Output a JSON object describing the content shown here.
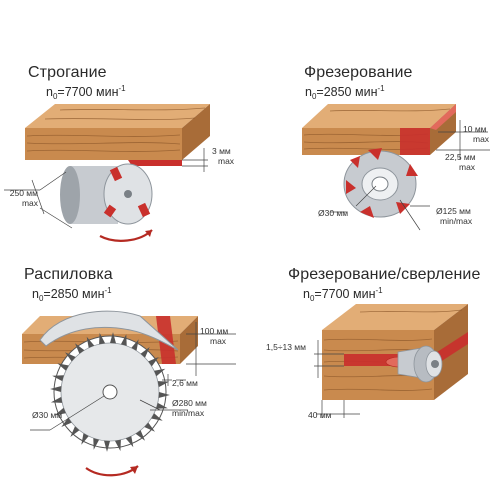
{
  "panels": [
    {
      "id": "planing",
      "title": "Строгание",
      "speed": {
        "prefix": "n",
        "sub": "0",
        "value": "=7700 мин",
        "sup": "-1"
      },
      "dims": [
        {
          "value": "3 мм",
          "note": "max"
        },
        {
          "value": "250 мм",
          "note": "max"
        }
      ]
    },
    {
      "id": "milling",
      "title": "Фрезерование",
      "speed": {
        "prefix": "n",
        "sub": "0",
        "value": "=2850 мин",
        "sup": "-1"
      },
      "dims": [
        {
          "value": "10 мм",
          "note": "max"
        },
        {
          "value": "22,5 мм",
          "note": "max"
        },
        {
          "value": "Ø30 мм",
          "note": ""
        },
        {
          "value": "Ø125 мм",
          "note": "min/max"
        }
      ]
    },
    {
      "id": "sawing",
      "title": "Распиловка",
      "speed": {
        "prefix": "n",
        "sub": "0",
        "value": "=2850 мин",
        "sup": "-1"
      },
      "dims": [
        {
          "value": "100 мм",
          "note": "max"
        },
        {
          "value": "2,6 мм",
          "note": ""
        },
        {
          "value": "Ø280 мм",
          "note": "min/max"
        },
        {
          "value": "Ø30 мм",
          "note": ""
        }
      ]
    },
    {
      "id": "milling-drilling",
      "title": "Фрезерование/сверление",
      "speed": {
        "prefix": "n",
        "sub": "0",
        "value": "=7700 мин",
        "sup": "-1"
      },
      "dims": [
        {
          "value": "1,5÷13 мм",
          "note": ""
        },
        {
          "value": "40 мм",
          "note": ""
        }
      ]
    }
  ],
  "colors": {
    "wood_front": "#c98a4e",
    "wood_top": "#e2ad76",
    "wood_side": "#a86c38",
    "grain": "#8a5528",
    "cut": "#c9302c",
    "cut_light": "#e26a5c",
    "metal": "#c7cbd0",
    "metal_dark": "#8e959c",
    "arrow": "#b52a22",
    "line": "#444444"
  }
}
